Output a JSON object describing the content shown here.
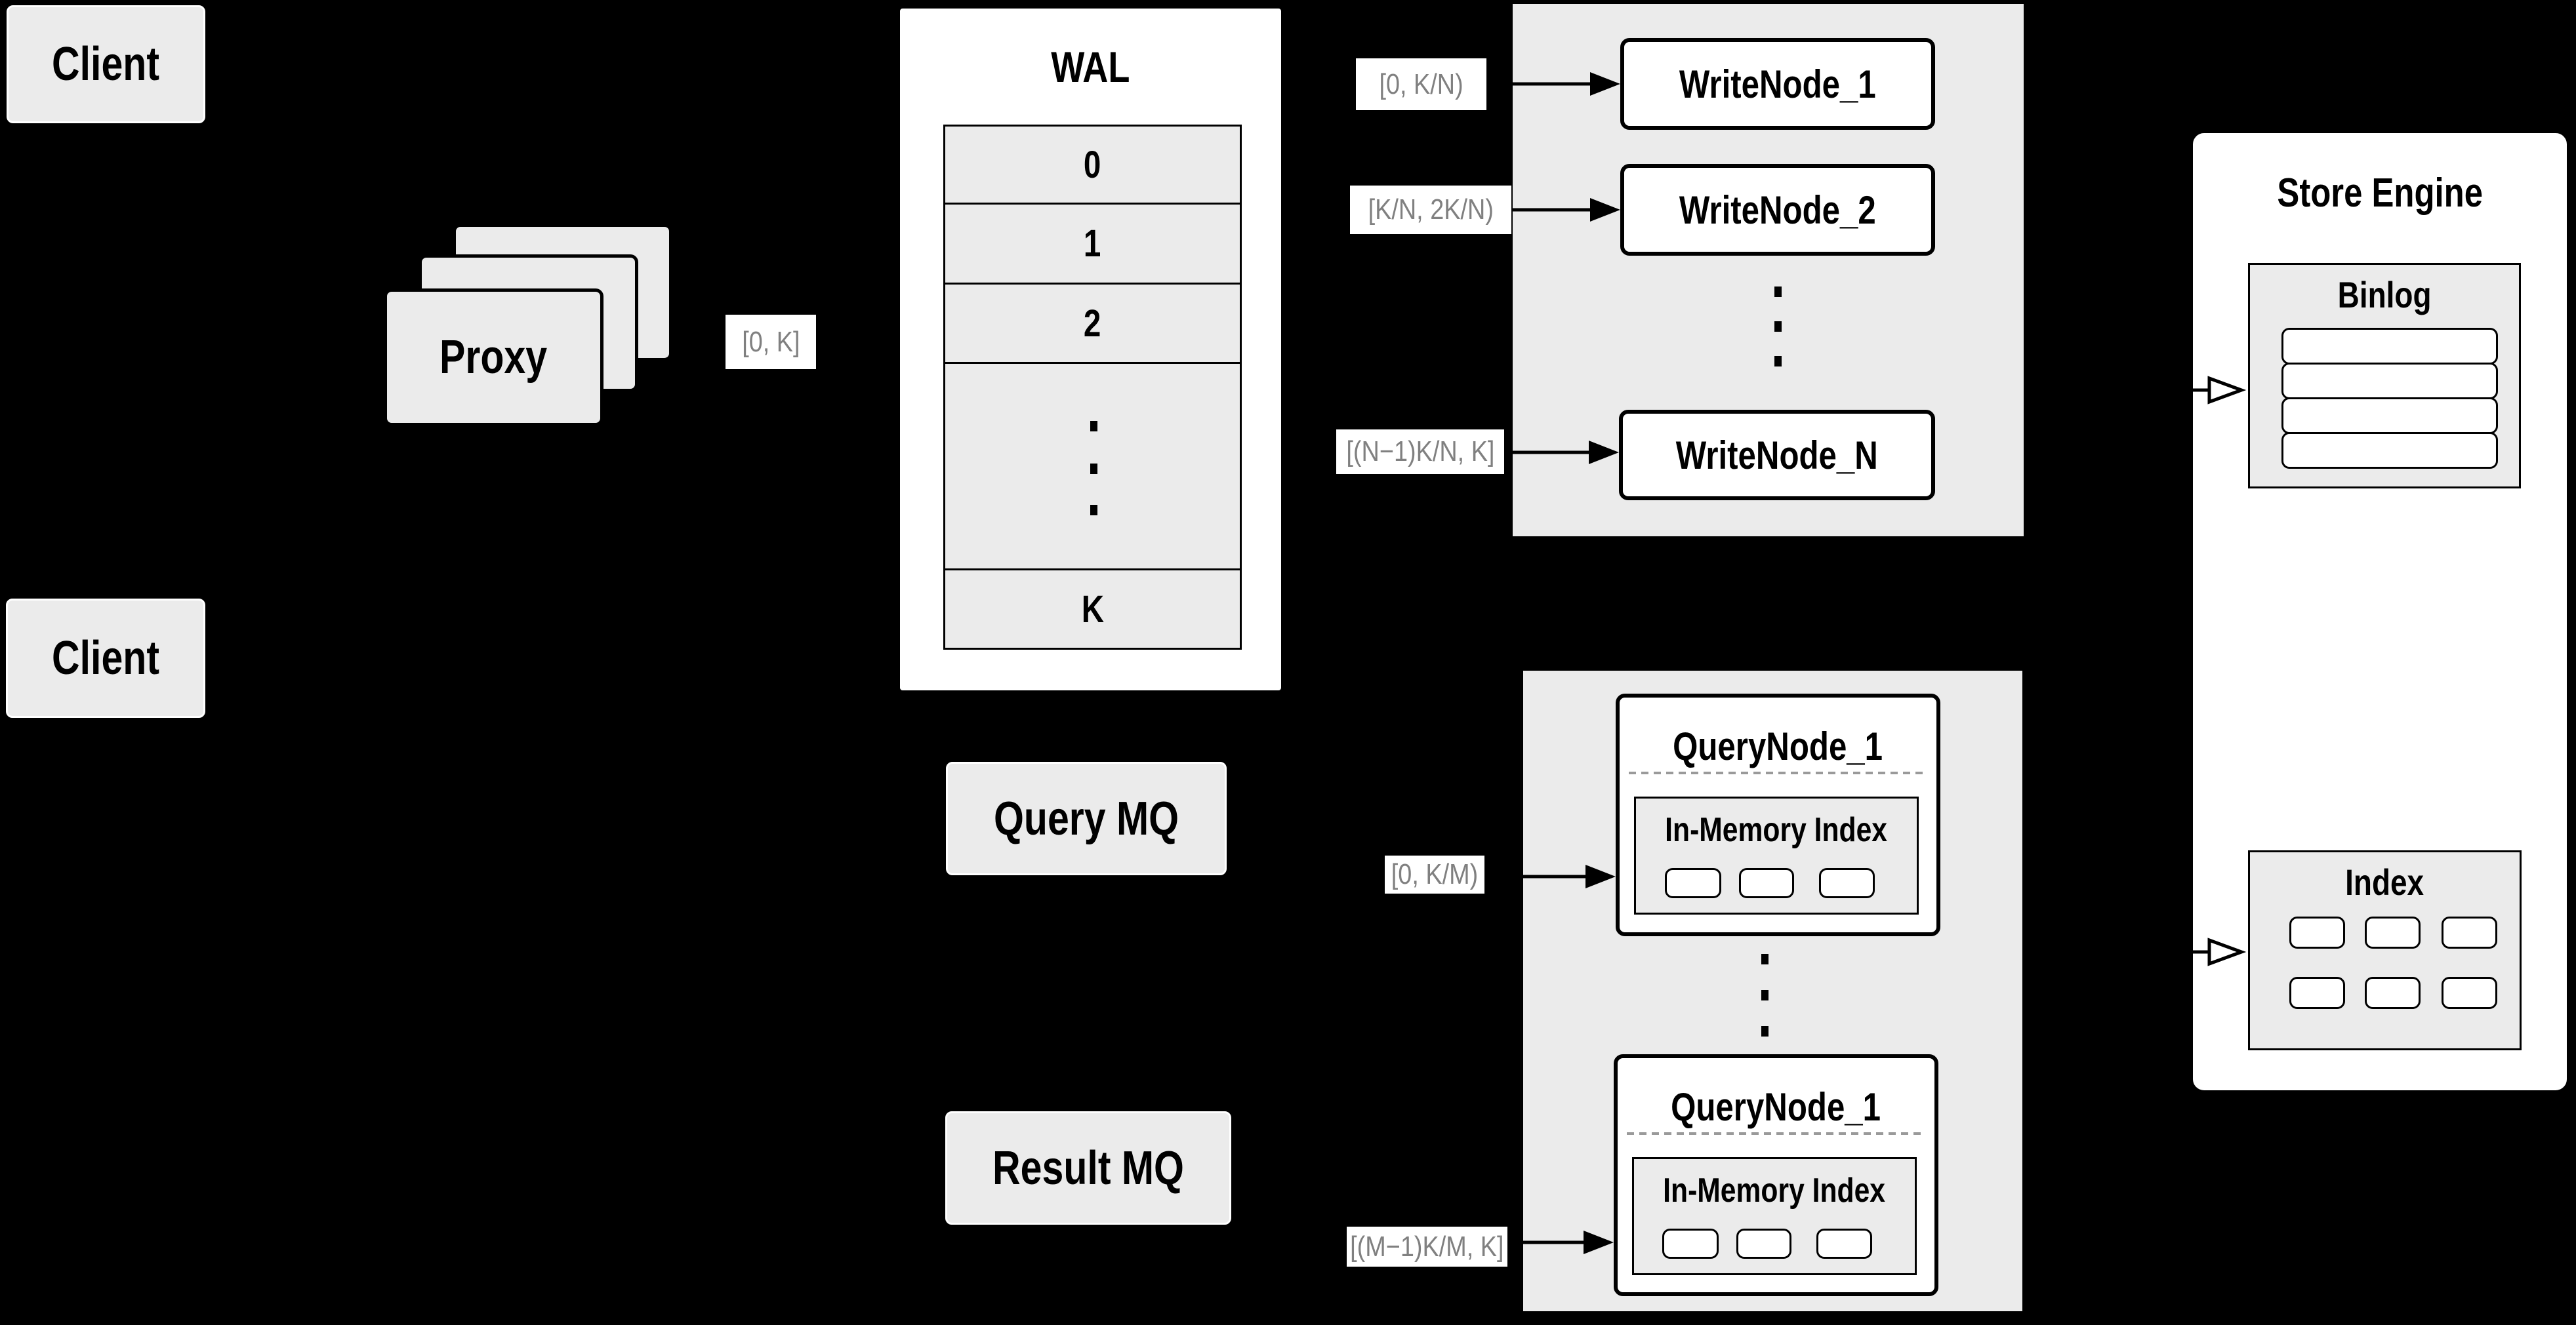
{
  "colors": {
    "background": "#000000",
    "panel_gray": "#ebebeb",
    "white": "#ffffff",
    "line_black": "#000000",
    "label_text_gray": "#808080",
    "divider_gray": "#9a9a9a"
  },
  "clients": {
    "top_label": "Client",
    "bottom_label": "Client"
  },
  "proxy": {
    "label": "Proxy",
    "range_label": "[0, K]"
  },
  "wal": {
    "title": "WAL",
    "segments": [
      "0",
      "1",
      "2"
    ],
    "last_segment": "K"
  },
  "write_nodes": {
    "nodes": [
      {
        "label": "WriteNode_1",
        "range": "[0,  K/N)"
      },
      {
        "label": "WriteNode_2",
        "range": "[K/N, 2K/N)"
      },
      {
        "label": "WriteNode_N",
        "range": "[(N−1)K/N,  K]"
      }
    ]
  },
  "mq": {
    "query_label": "Query MQ",
    "result_label": "Result MQ"
  },
  "query_nodes": {
    "nodes": [
      {
        "title": "QueryNode_1",
        "inmem_title": "In-Memory Index",
        "range": "[0, K/M)"
      },
      {
        "title": "QueryNode_1",
        "inmem_title": "In-Memory Index",
        "range": "[(M−1)K/M, K]"
      }
    ]
  },
  "store_engine": {
    "title": "Store Engine",
    "binlog_title": "Binlog",
    "index_title": "Index"
  }
}
